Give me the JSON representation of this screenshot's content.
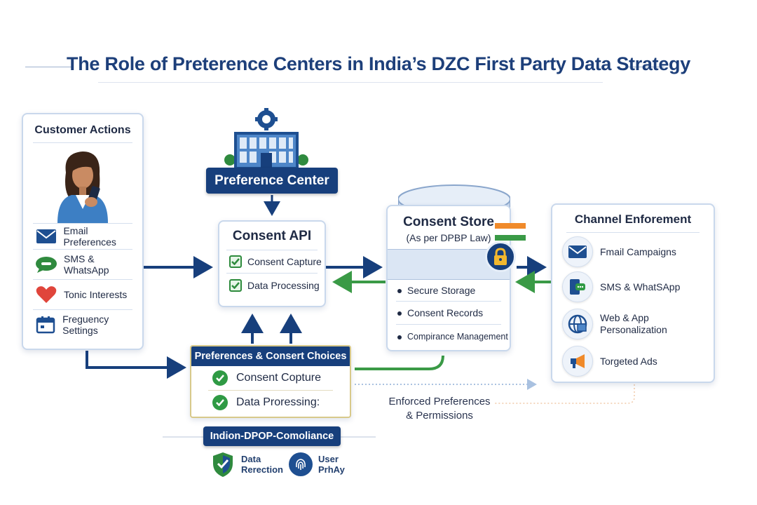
{
  "title": "The Role of Preterence Centers in India’s DZC First Party Data Strategy",
  "customer_actions": {
    "heading": "Customer Actions",
    "items": [
      {
        "label": "Email Preferences",
        "icon": "envelope-icon"
      },
      {
        "label": "SMS & WhatsApp",
        "icon": "chat-bubble-icon"
      },
      {
        "label": "Tonic Interests",
        "icon": "heart-icon"
      },
      {
        "label": "Freguency Settings",
        "icon": "calendar-icon"
      }
    ]
  },
  "preference_center": {
    "label": "Preference Center",
    "icon": "building-gear-icon"
  },
  "consent_api": {
    "heading": "Consent API",
    "items": [
      "Consent Capture",
      "Data Processing"
    ]
  },
  "consent_store": {
    "heading": "Consent Store",
    "subheading": "(As per DPBP Law)",
    "items": [
      "Secure Storage",
      "Consent Records",
      "Compirance Management"
    ],
    "icon": "lock-icon"
  },
  "channel_enforcement": {
    "heading": "Channel Enforement",
    "items": [
      {
        "label": "Fmail Campaigns",
        "icon": "envelope-icon"
      },
      {
        "label": "SMS & WhatSApp",
        "icon": "phone-chat-icon"
      },
      {
        "label": "Web & App Personalization",
        "icon": "globe-window-icon"
      },
      {
        "label": "Torgeted Ads",
        "icon": "megaphone-icon"
      }
    ]
  },
  "preferences_choices": {
    "heading": "Preferences & Consert Choices",
    "items": [
      "Consent Copture",
      "Data Proressing:"
    ]
  },
  "enforced_note": {
    "line1": "Enforced Preferences",
    "line2": "& Permissions"
  },
  "compliance": {
    "label": "Indion-DPOP-Comoliance",
    "items": [
      {
        "line1": "Data",
        "line2": "Rerection",
        "icon": "shield-check-icon"
      },
      {
        "line1": "User",
        "line2": "PrhAy",
        "icon": "fingerprint-icon"
      }
    ]
  },
  "colors": {
    "navy": "#173f7c",
    "green": "#2f9a44",
    "border": "#c9d8ec"
  }
}
